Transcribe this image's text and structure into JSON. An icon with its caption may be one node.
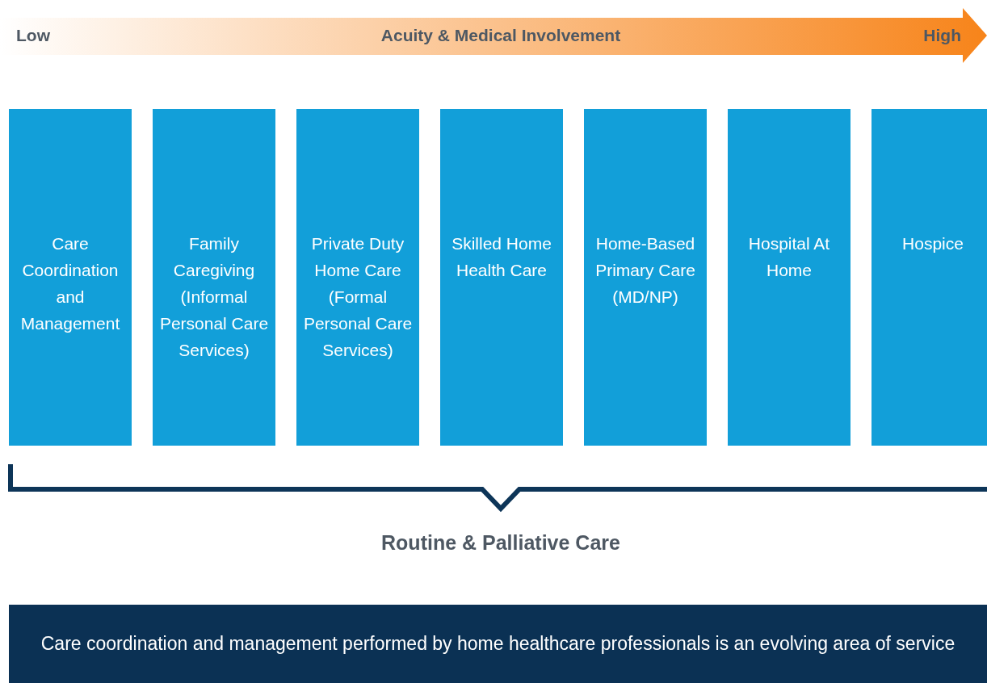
{
  "diagram": {
    "nodes": [
      {
        "text": [
          "Care Coordination and Management"
        ]
      },
      {
        "text": [
          "Family Caregiving (Informal Personal Care Services)"
        ]
      },
      {
        "text": [
          "Private Duty Home Care (Formal Personal Care Services)"
        ]
      },
      {
        "text": [
          "Skilled Home Health Care"
        ]
      },
      {
        "text": [
          "Home-Based Primary Care (MD/NP)"
        ]
      },
      {
        "text": [
          "Hospital At Home"
        ]
      },
      {
        "text": [
          "Hospice"
        ]
      },
      {
        "text": [
          "Care coordination and management performed by home healthcare professionals is an evolving area of service"
        ]
      }
    ],
    "edges": [],
    "labels": [
      "Low",
      "Acuity & Medical Involvement",
      "High",
      "Routine & Palliative Care"
    ]
  }
}
